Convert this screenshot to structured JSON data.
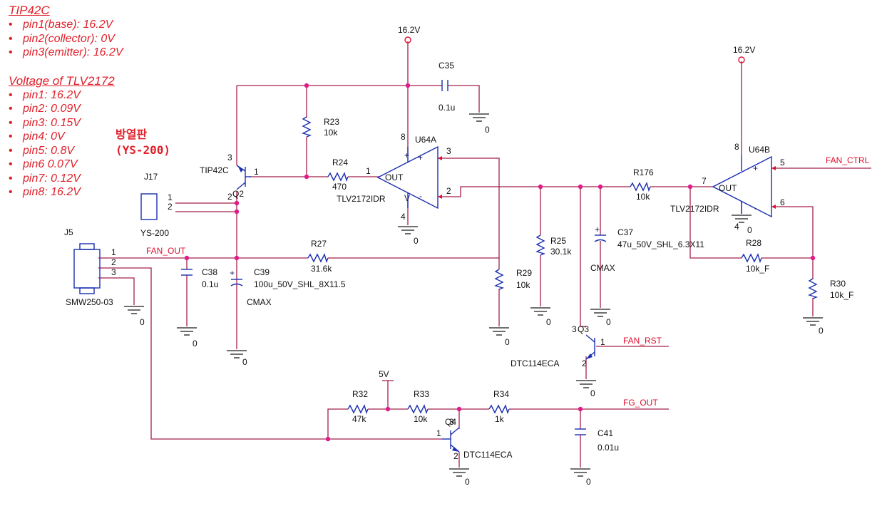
{
  "notes": {
    "tip42c": {
      "title": "TIP42C",
      "items": [
        "pin1(base): 16.2V",
        "pin2(collector): 0V",
        "pin3(emitter): 16.2V"
      ]
    },
    "tlv2172": {
      "title": "Voltage of TLV2172",
      "items": [
        "pin1: 16.2V",
        "pin2: 0.09V",
        "pin3: 0.15V",
        "pin4: 0V",
        "pin5: 0.8V",
        "pin6 0.07V",
        "pin7: 0.12V",
        "pin8: 16.2V"
      ]
    },
    "heatsink": {
      "line1": "방열판",
      "line2": "(YS-200)"
    }
  },
  "colors": {
    "wire": "#a3204a",
    "part": "#1a2fb0",
    "junction": "#e01c8c",
    "note": "#e0202a"
  },
  "schematic": {
    "pwr_16v2_a": "16.2V",
    "pwr_16v2_b": "16.2V",
    "pwr_5v": "5V",
    "gnd": "0",
    "nets": {
      "fan_out": "FAN_OUT",
      "fan_ctrl": "FAN_CTRL",
      "fan_rst": "FAN_RST",
      "fg_out": "FG_OUT"
    },
    "j5": {
      "ref": "J5",
      "value": "SMW250-03",
      "pins": [
        "1",
        "2",
        "3"
      ]
    },
    "j17": {
      "ref": "J17",
      "value": "YS-200",
      "pins": [
        "1",
        "2"
      ]
    },
    "q2": {
      "ref": "Q2",
      "value": "TIP42C",
      "pins": [
        "3",
        "1",
        "2"
      ]
    },
    "q3": {
      "ref": "Q3",
      "value": "DTC114ECA",
      "pins": [
        "3",
        "1",
        "2"
      ]
    },
    "q4": {
      "ref": "Q4",
      "value": "DTC114ECA",
      "pins": [
        "3",
        "1",
        "2"
      ]
    },
    "u64a": {
      "ref": "U64A",
      "value": "TLV2172IDR",
      "out": "OUT",
      "pins": [
        "8",
        "3",
        "1",
        "2",
        "4"
      ]
    },
    "u64b": {
      "ref": "U64B",
      "value": "TLV2172IDR",
      "out": "OUT",
      "pins": [
        "8",
        "5",
        "7",
        "6",
        "4"
      ]
    },
    "r23": {
      "ref": "R23",
      "value": "10k"
    },
    "r24": {
      "ref": "R24",
      "value": "470"
    },
    "r25": {
      "ref": "R25",
      "value": "30.1k"
    },
    "r27": {
      "ref": "R27",
      "value": "31.6k"
    },
    "r28": {
      "ref": "R28",
      "value": "10k_F"
    },
    "r29": {
      "ref": "R29",
      "value": "10k"
    },
    "r30": {
      "ref": "R30",
      "value": "10k_F"
    },
    "r32": {
      "ref": "R32",
      "value": "47k"
    },
    "r33": {
      "ref": "R33",
      "value": "10k"
    },
    "r34": {
      "ref": "R34",
      "value": "1k"
    },
    "r176": {
      "ref": "R176",
      "value": "10k"
    },
    "c35": {
      "ref": "C35",
      "value": "0.1u"
    },
    "c37": {
      "ref": "C37",
      "value": "47u_50V_SHL_6.3X11",
      "note": "CMAX"
    },
    "c38": {
      "ref": "C38",
      "value": "0.1u"
    },
    "c39": {
      "ref": "C39",
      "value": "100u_50V_SHL_8X11.5",
      "note": "CMAX"
    },
    "c41": {
      "ref": "C41",
      "value": "0.01u"
    }
  }
}
